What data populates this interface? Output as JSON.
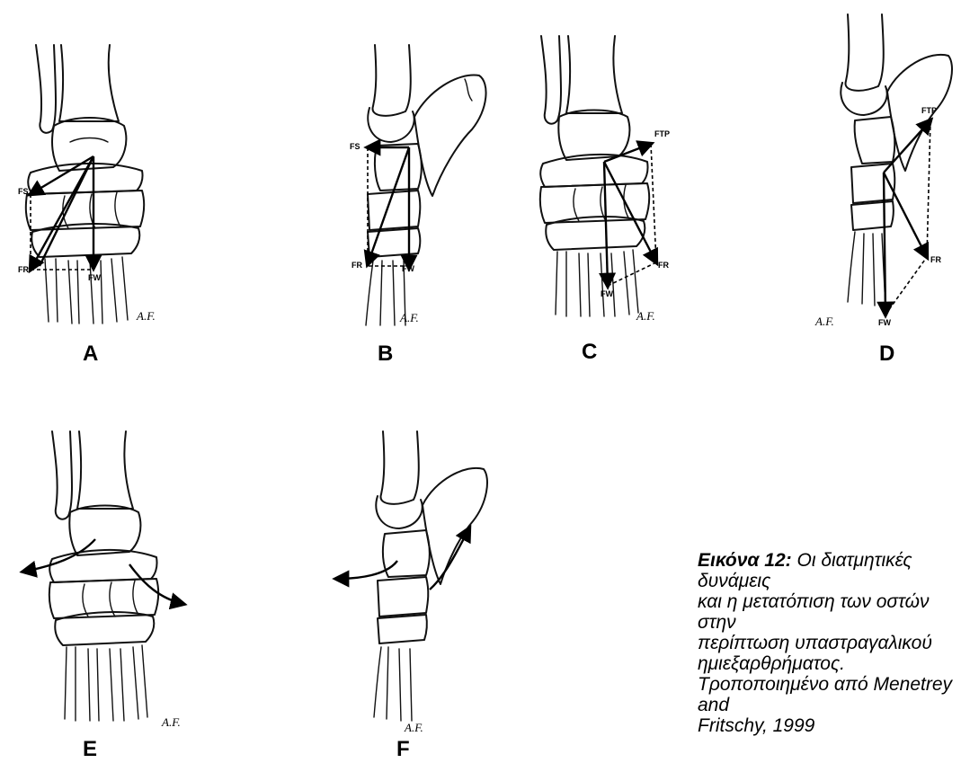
{
  "panels": [
    {
      "letter": "A",
      "labels": {
        "fs": "FS",
        "fr": "FR",
        "fw": "FW"
      },
      "signature": "A.F."
    },
    {
      "letter": "B",
      "labels": {
        "fs": "FS",
        "fr": "FR",
        "fw": "FW"
      },
      "signature": "A.F."
    },
    {
      "letter": "C",
      "labels": {
        "ftp": "FTP",
        "fr": "FR",
        "fw": "FW"
      },
      "signature": "A.F."
    },
    {
      "letter": "D",
      "labels": {
        "ftp": "FTP",
        "fr": "FR",
        "fw": "FW"
      },
      "signature": "A.F."
    },
    {
      "letter": "E",
      "signature": "A.F."
    },
    {
      "letter": "F",
      "signature": "A.F."
    }
  ],
  "caption": {
    "label": "Εικόνα 12:",
    "line1": " Οι διατμητικές δυνάμεις",
    "line2": "και η μετατόπιση των οστών στην",
    "line3": "περίπτωση υπαστραγαλικού",
    "line4": "ημιεξαρθρήματος.",
    "line5": "Τροποποιημένο από Menetrey and",
    "line6": "Fritschy, 1999"
  }
}
